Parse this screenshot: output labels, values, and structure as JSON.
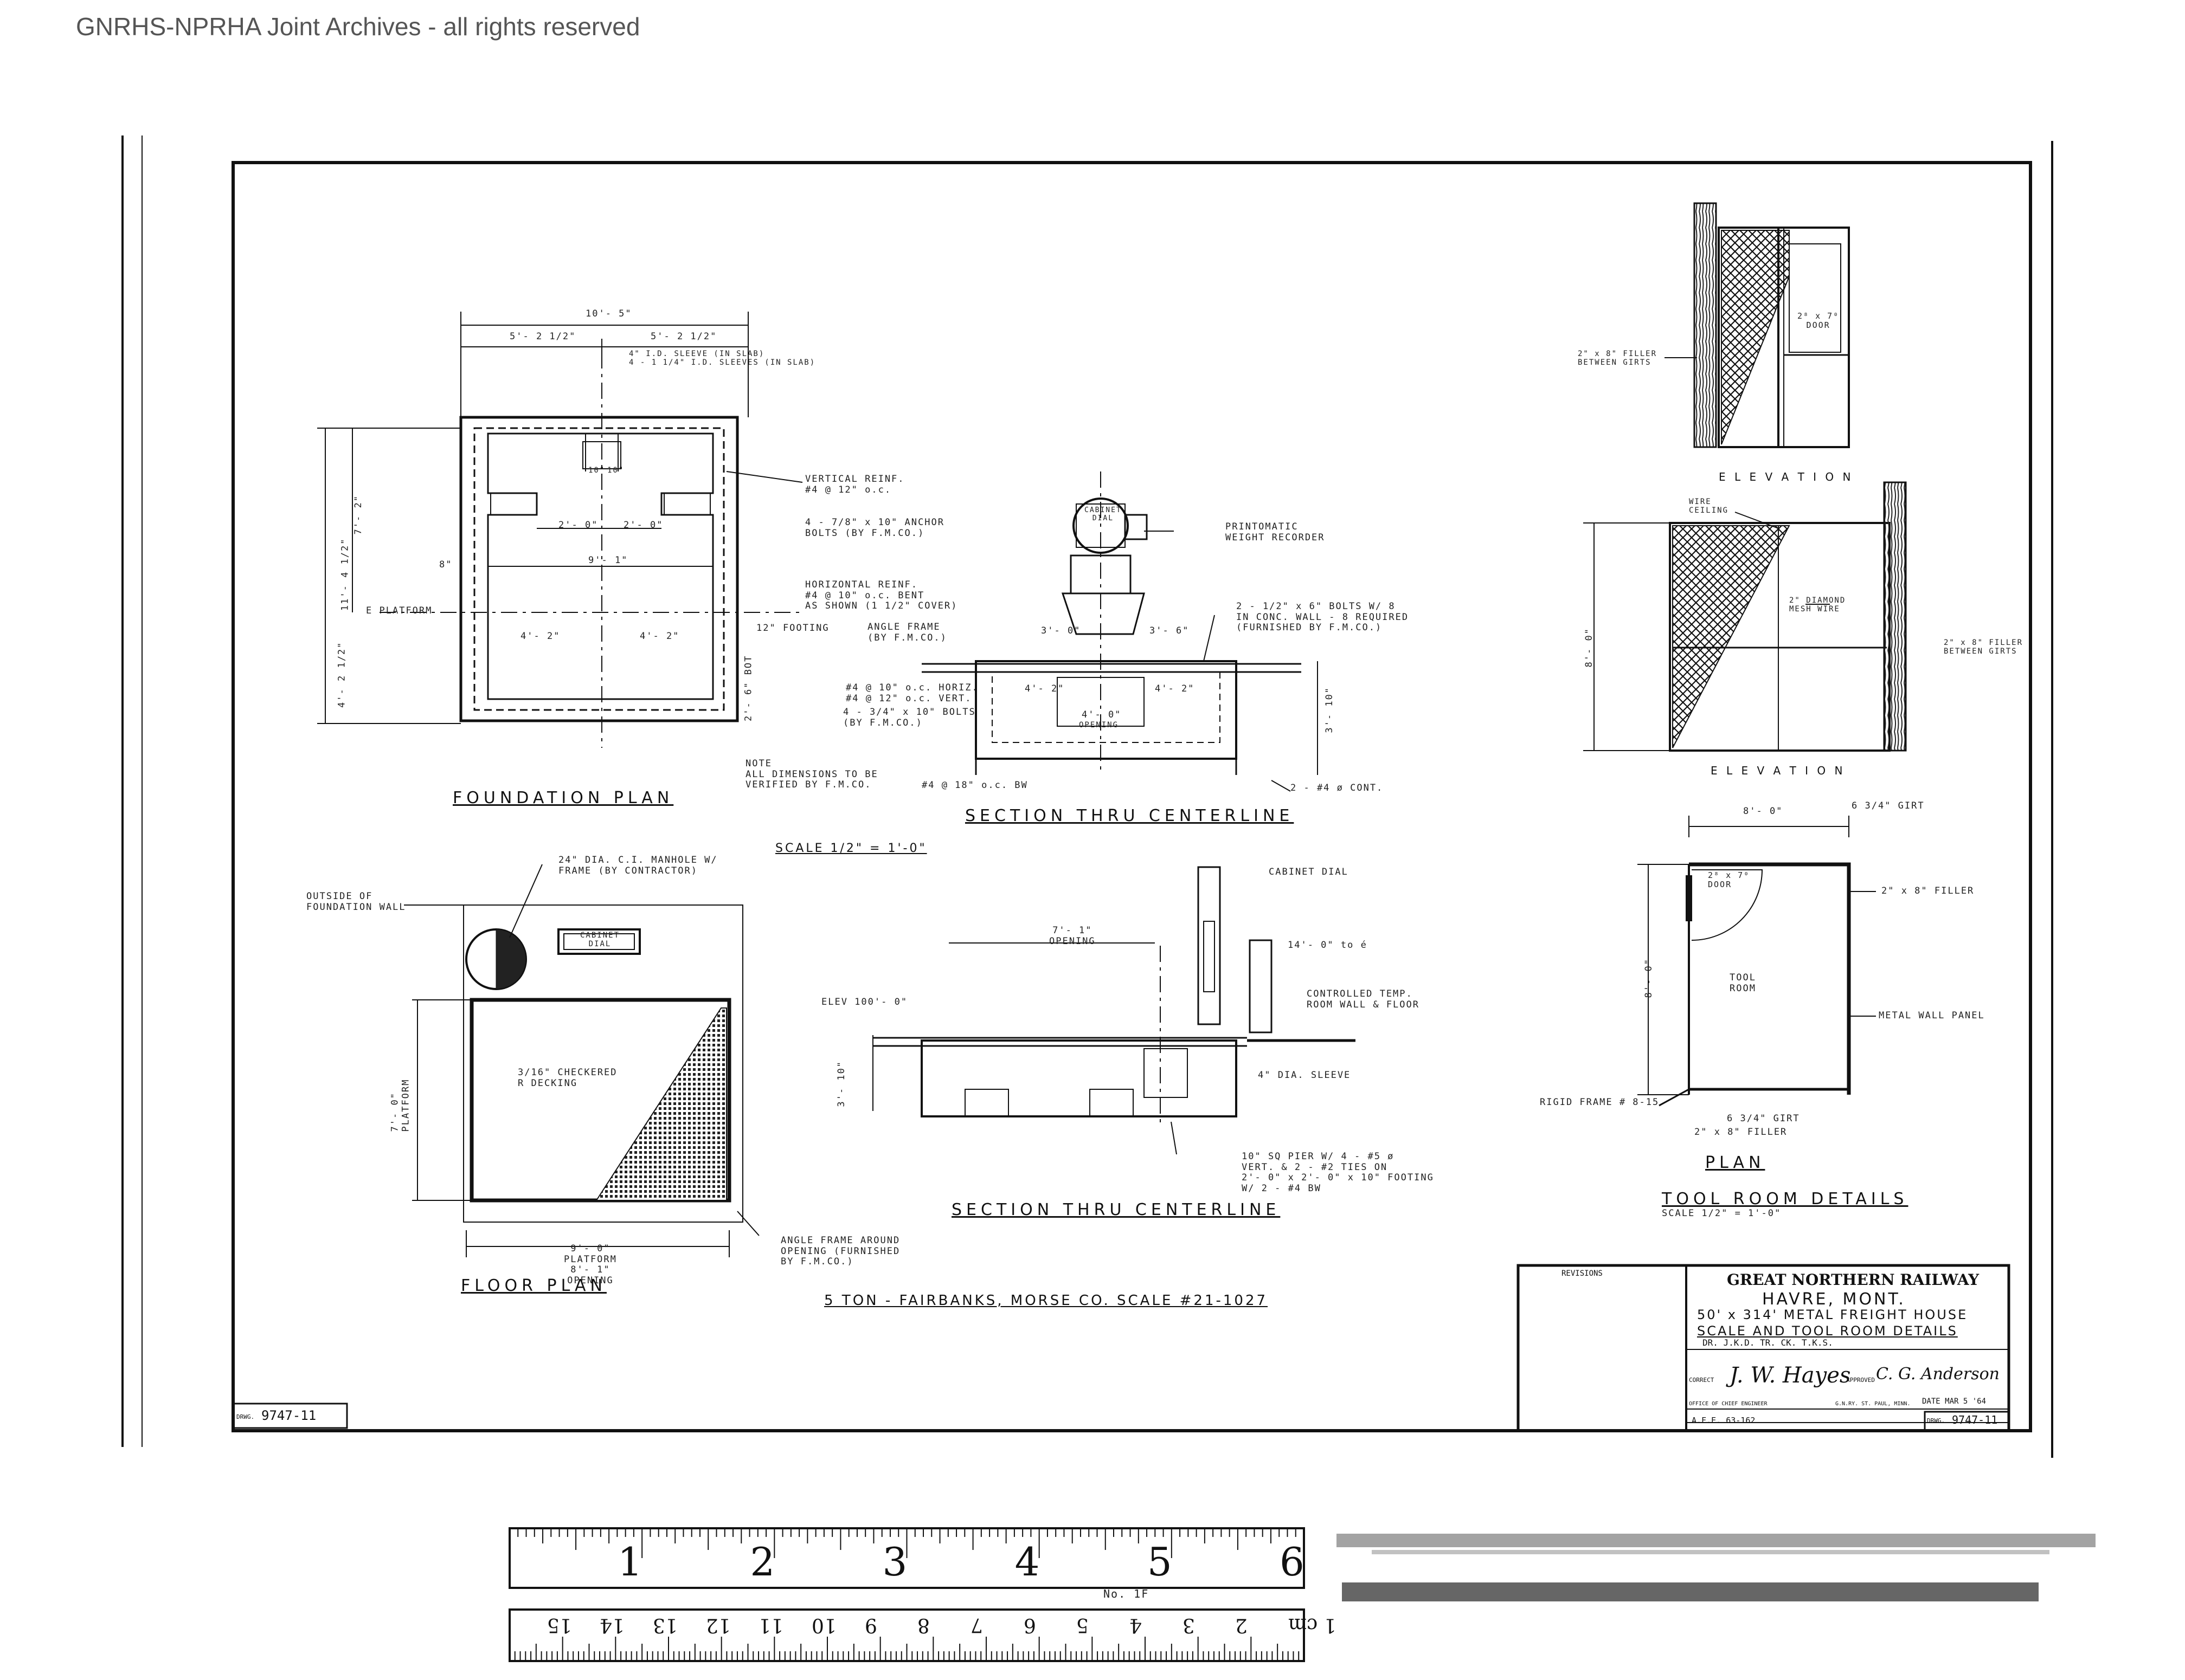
{
  "watermark": "GNRHS-NPRHA Joint Archives - all rights reserved",
  "views": {
    "foundation_plan": "FOUNDATION PLAN",
    "section1": "SECTION THRU CENTERLINE",
    "section2": "SECTION THRU CENTERLINE",
    "floor_plan": "FLOOR PLAN",
    "scale_note": "SCALE 1/2\" = 1'-0\"",
    "scale_caption": "5 TON - FAIRBANKS, MORSE CO. SCALE #21-1027",
    "elevation1": "E L E V A T I O N",
    "elevation2": "E L E V A T I O N",
    "plan": "PLAN",
    "tool_room_details": "TOOL ROOM DETAILS",
    "tool_room_scale": "SCALE 1/2\" = 1'-0\""
  },
  "dims": {
    "d_10_5": "10'- 5\"",
    "d_5_2a": "5'- 2 1/2\"",
    "d_5_2b": "5'- 2 1/2\"",
    "d_11_4": "11'- 4 1/2\"",
    "d_7_2": "7'- 2\"",
    "d_4_2": "4'- 2 1/2\"",
    "d_9_1": "9'- 1\"",
    "d_2_0a": "2'- 0\"",
    "d_2_0b": "2'- 0\"",
    "d_4_2b": "4'- 2\"",
    "d_4_2c": "4'- 2\"",
    "d_8": "8\"",
    "d_10a": "10\"",
    "d_10b": "10\"",
    "platform": "E PLATFORM"
  },
  "notes": {
    "sleeve": "4\" I.D. SLEEVE (IN SLAB)\n4 - 1 1/4\" I.D. SLEEVES (IN SLAB)",
    "vert_reinf": "VERTICAL REINF.\n#4 @ 12\" o.c.",
    "anchor": "4 - 7/8\" x 10\" ANCHOR\nBOLTS (BY F.M.CO.)",
    "horiz_reinf": "HORIZONTAL REINF.\n#4 @ 10\" o.c. BENT\nAS SHOWN (1 1/2\" COVER)",
    "footing": "12\" FOOTING",
    "d_2_6": "2'- 6\" BOT",
    "note_all": "NOTE\nALL DIMENSIONS TO BE\nVERIFIED BY F.M.CO.",
    "cabinet": "CABINET\nDIAL",
    "printomatic": "PRINTOMATIC\nWEIGHT RECORDER",
    "bolts": "2 - 1/2\" x 6\" BOLTS W/ 8\nIN CONC. WALL - 8 REQUIRED\n(FURNISHED BY F.M.CO.)",
    "angle_frame": "ANGLE FRAME\n(BY F.M.CO.)",
    "rebar": "#4 @ 10\" o.c. HORIZ.\n#4 @ 12\" o.c. VERT.",
    "bolts2": "4 - 3/4\" x 10\" BOLTS\n(BY F.M.CO.)",
    "bw": "#4 @ 18\" o.c. BW",
    "cont": "2 - #4 ø CONT.",
    "d_3_0a": "3'- 0\"",
    "d_3_6": "3'- 6\"",
    "d_4_2s": "4'- 2\"",
    "d_4_2t": "4'- 2\"",
    "d_4_0": "4'- 0\"",
    "opening": "OPENING",
    "d_3_10": "3'- 10\"",
    "manhole": "24\" DIA. C.I. MANHOLE W/\nFRAME (BY CONTRACTOR)",
    "outside": "OUTSIDE OF\nFOUNDATION WALL",
    "cabinet_dial_box": "CABINET\nDIAL",
    "checkered": "3/16\" CHECKERED\nR DECKING",
    "platform_dim": "7'- 0\"\nPLATFORM",
    "platform2": "9'- 0\"\nPLATFORM\n8'- 1\"\nOPENING",
    "angle_frame2": "ANGLE FRAME AROUND\nOPENING (FURNISHED\nBY F.M.CO.)",
    "cabinet_dial2": "CABINET DIAL",
    "d_7_1": "7'- 1\"\nOPENING",
    "elev": "ELEV 100'- 0\"",
    "ctrl_temp": "CONTROLLED TEMP.\nROOM WALL & FLOOR",
    "d_14": "14'- 0\" to é",
    "dia_sleeve": "4\" DIA. SLEEVE",
    "piers": "10\" SQ PIER W/ 4 - #5 ø\nVERT. & 2 - #2 TIES ON\n2'- 0\" x 2'- 0\" x 10\" FOOTING\nW/ 2 - #4 BW",
    "d_3_10b": "3'- 10\"",
    "filler1": "2\" x 8\" FILLER\nBETWEEN GIRTS",
    "door1": "2⁸ x 7⁰\nDOOR",
    "wire_ceiling": "WIRE\nCEILING",
    "diamond": "2\" DIAMOND\nMESH WIRE",
    "filler2": "2\" x 8\" FILLER\nBETWEEN GIRTS",
    "d_8_0": "8'- 0\"",
    "d_8_0b": "8'- 0\"",
    "girt": "6 3/4\" GIRT",
    "door2": "2⁸ x 7⁰\nDOOR",
    "filler3": "2\" x 8\" FILLER",
    "tool_room": "TOOL\nROOM",
    "metal_wall": "METAL WALL PANEL",
    "d_8_0c": "8'- 0\"",
    "rigid_frame": "RIGID FRAME # 8-15",
    "girt2": "6 3/4\" GIRT",
    "filler4": "2\" x 8\" FILLER"
  },
  "title_block": {
    "revisions": "REVISIONS",
    "railway": "GREAT NORTHERN RAILWAY",
    "location": "HAVRE, MONT.",
    "building": "50' x 314' METAL FREIGHT HOUSE",
    "subject": "SCALE AND TOOL ROOM DETAILS",
    "drawn": "DR. J.K.D.   TR.   CK. T.K.S.",
    "correct": "CORRECT",
    "correct_sig": "J. W. Hayes",
    "approved": "APPROVED",
    "approved_sig": "C. G. Anderson",
    "office": "OFFICE OF CHIEF ENGINEER",
    "address": "G.N.RY.  ST. PAUL, MINN.",
    "date": "DATE MAR 5 '64",
    "afe": "A.F.E. 63-162",
    "drwg_label": "DRWG.",
    "drwg_no": "9747-11"
  },
  "drwg_left": {
    "label": "DRWG.",
    "number": "9747-11"
  },
  "ruler": {
    "inches": [
      "1",
      "2",
      "3",
      "4",
      "5",
      "6"
    ],
    "cm": [
      "15",
      "14",
      "13",
      "12",
      "11",
      "10",
      "9",
      "8",
      "7",
      "6",
      "5",
      "4",
      "3",
      "2",
      "1 cm"
    ],
    "maker": "No. 1F"
  },
  "colors": {
    "ink": "#111111",
    "paper": "#ffffff",
    "watermark": "#555555"
  }
}
